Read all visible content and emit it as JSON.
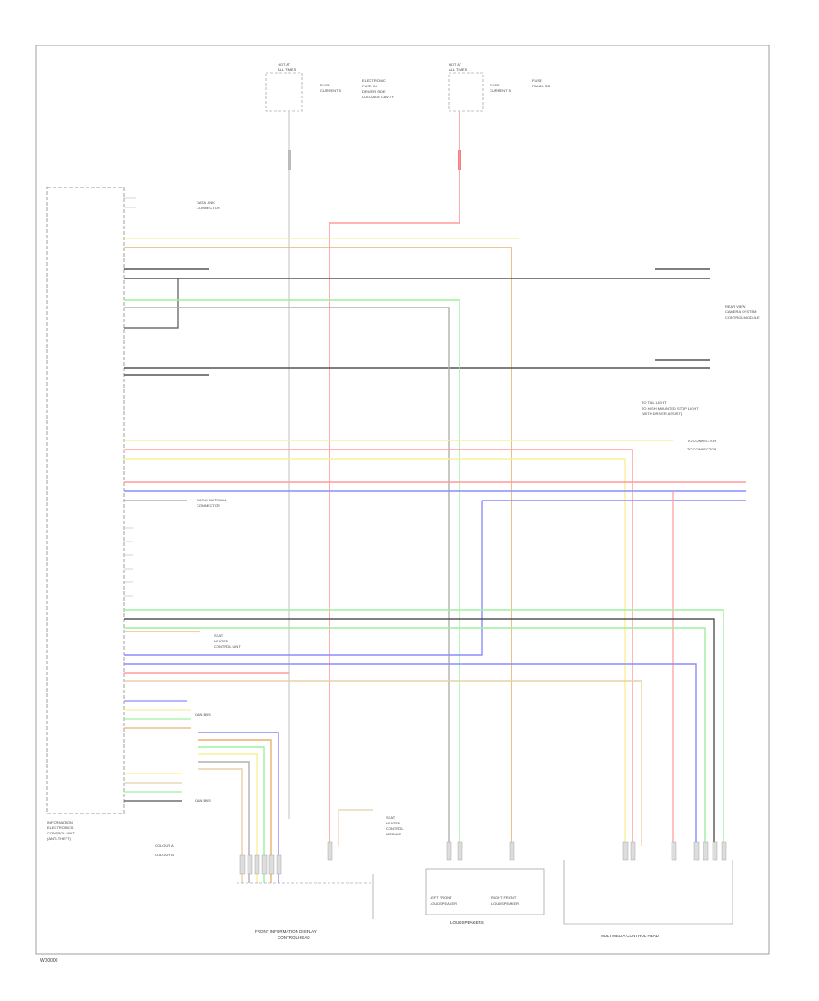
{
  "figure_code": "WD0000",
  "notes": [
    "COLOUR A",
    "COLOUR B"
  ],
  "components": {
    "left_module": [
      "INFORMATION",
      "ELECTRONICS",
      "CONTROL UNIT",
      "(ANTI-THEFT)"
    ],
    "fuse_left_top": [
      "HOT AT",
      "ALL TIMES"
    ],
    "fuse_left_side": [
      "FUSE",
      "CURRENT 5"
    ],
    "fuse_left_desc": [
      "ELECTRONIC",
      "FUSE IN",
      "DRIVER SIDE",
      "LUGGAGE CAVITY"
    ],
    "fuse_right_top": [
      "HOT AT",
      "ALL TIMES"
    ],
    "fuse_right_side": [
      "FUSE",
      "CURRENT 5"
    ],
    "fuse_right_desc": [
      "FUSE",
      "PANEL SB"
    ],
    "data_link": [
      "DATA LINK",
      "CONNECTOR"
    ],
    "rear_view_cam": [
      "REAR VIEW",
      "CAMERA SYSTEM",
      "CONTROL MODULE"
    ],
    "tail_light": [
      "TO TAIL LIGHT",
      "TO HIGH MOUNTED STOP LIGHT",
      "(WITH DRIVER ASSIST)"
    ],
    "connector_a": [
      "TO CONNECTOR"
    ],
    "connector_b": [
      "TO CONNECTOR"
    ],
    "radio_ant": [
      "RADIO ANTENNA",
      "CONNECTOR"
    ],
    "heat_seat": [
      "SEAT",
      "HEATER",
      "CONTROL UNIT"
    ],
    "wiper": [
      "SEAT",
      "HEATER",
      "CONTROL",
      "MODULE"
    ],
    "front_module": [
      "FRONT INFORMATION DISPLAY",
      "CONTROL HEAD"
    ],
    "speaker_left": [
      "LEFT FRONT",
      "LOUDSPEAKER"
    ],
    "speaker_right": [
      "RIGHT FRONT",
      "LOUDSPEAKER"
    ],
    "speakers_group": "LOUDSPEAKERS",
    "multimedia": "MULTIMEDIA CONTROL HEAD",
    "label_low": "CAN BUS",
    "label_low2": "CAN BUS"
  },
  "colors": {
    "red": "#ff9a9a",
    "orange": "#e8b070",
    "green": "#9ef09e",
    "blue": "#8c8cff",
    "yellow": "#f7f09a",
    "gray": "#b0b0b0",
    "black": "#555555",
    "tan": "#e8d0a8"
  }
}
